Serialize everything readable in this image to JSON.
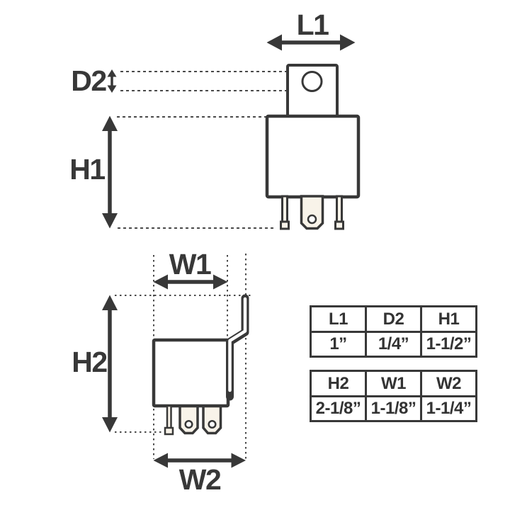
{
  "diagram": {
    "title": "relay-dimension-diagram",
    "front_view": {
      "labels": {
        "l1": "L1",
        "d2": "D2",
        "h1": "H1"
      }
    },
    "side_view": {
      "labels": {
        "h2": "H2",
        "w1": "W1",
        "w2": "W2"
      }
    },
    "colors": {
      "line": "#383838",
      "pin_fill": "#f8f3e9",
      "body_fill": "#ffffff"
    }
  },
  "tables": [
    {
      "headers": [
        "L1",
        "D2",
        "H1"
      ],
      "values": [
        "1”",
        "1/4”",
        "1-1/2”"
      ]
    },
    {
      "headers": [
        "H2",
        "W1",
        "W2"
      ],
      "values": [
        "2-1/8”",
        "1-1/8”",
        "1-1/4”"
      ]
    }
  ]
}
